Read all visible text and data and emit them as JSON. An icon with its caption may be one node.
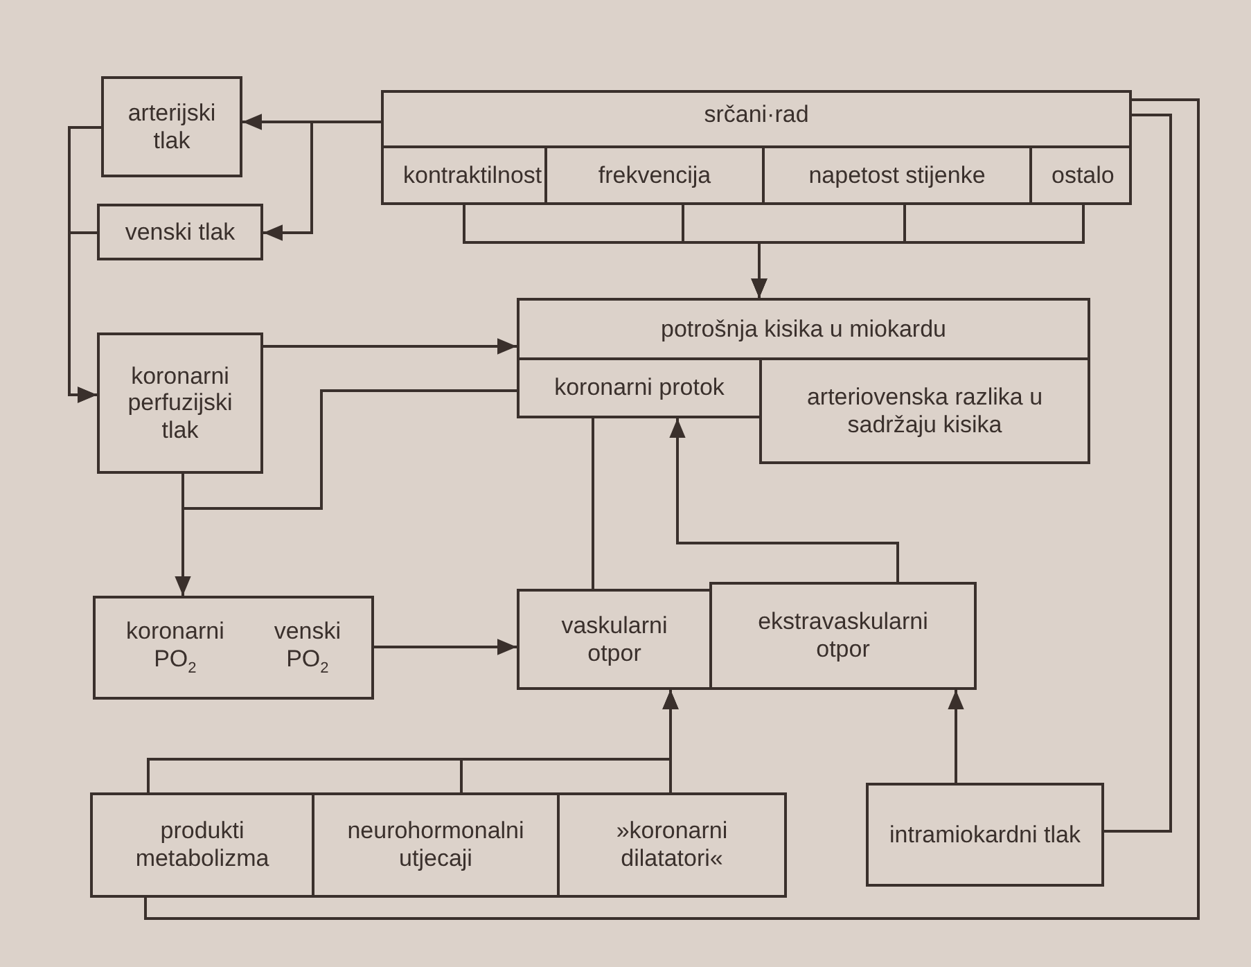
{
  "diagram": {
    "nodes": [
      {
        "text": [
          "arterijski tlak"
        ]
      },
      {
        "text": [
          "venski tlak"
        ]
      },
      {
        "text": [
          "srčani·rad"
        ]
      },
      {
        "text": [
          "kontraktilnost"
        ],
        "in": 2
      },
      {
        "text": [
          "frekvencija"
        ],
        "in": 2
      },
      {
        "text": [
          "napetost stijenke"
        ],
        "in": 2
      },
      {
        "text": [
          "ostalo"
        ],
        "in": 2
      },
      {
        "text": [
          "potrošnja kisika u miokardu"
        ]
      },
      {
        "text": [
          "koronarni protok"
        ]
      },
      {
        "text": [
          "arteriovenska razlika u sadržaju kisika"
        ]
      },
      {
        "text": [
          "koronarni perfuzijski tlak"
        ]
      },
      {
        "text": [
          "koronarni PO$_{2}$",
          "venski PO$_{2}$"
        ]
      },
      {
        "text": [
          "vaskularni otpor"
        ]
      },
      {
        "text": [
          "ekstravaskularni otpor"
        ]
      },
      {
        "text": [
          "produkti metabolizma"
        ]
      },
      {
        "text": [
          "neurohormonalni utjecaji"
        ]
      },
      {
        "text": [
          "»koronarni dilatatori«"
        ]
      },
      {
        "text": [
          "intramiokardni tlak"
        ]
      }
    ],
    "edges": [
      {
        "from": 2,
        "to": 0,
        "arrow": "to"
      },
      {
        "from": 2,
        "to": 1,
        "arrow": "to"
      },
      {
        "from": 0,
        "to": 10,
        "arrow": "to"
      },
      {
        "from": 1,
        "to": 10,
        "arrow": "to"
      },
      {
        "from": 3,
        "to": 7,
        "arrow": "to"
      },
      {
        "from": 4,
        "to": 7,
        "arrow": "to"
      },
      {
        "from": 5,
        "to": 7,
        "arrow": "to"
      },
      {
        "from": 6,
        "to": 7,
        "arrow": "to"
      },
      {
        "from": 10,
        "to": 7,
        "arrow": "to"
      },
      {
        "from": 8,
        "to": 11,
        "arrow": "to"
      },
      {
        "from": 10,
        "to": 11,
        "arrow": "none"
      },
      {
        "from": 11,
        "to": 12,
        "arrow": "to"
      },
      {
        "from": 12,
        "to": 8,
        "arrow": "none"
      },
      {
        "from": 13,
        "to": 8,
        "arrow": "to"
      },
      {
        "from": 14,
        "to": 12,
        "arrow": "to"
      },
      {
        "from": 15,
        "to": 12,
        "arrow": "to"
      },
      {
        "from": 16,
        "to": 12,
        "arrow": "to"
      },
      {
        "from": 17,
        "to": 13,
        "arrow": "to"
      },
      {
        "from": 17,
        "to": 2,
        "arrow": "none"
      },
      {
        "from": 14,
        "to": 2,
        "arrow": "none"
      }
    ]
  }
}
